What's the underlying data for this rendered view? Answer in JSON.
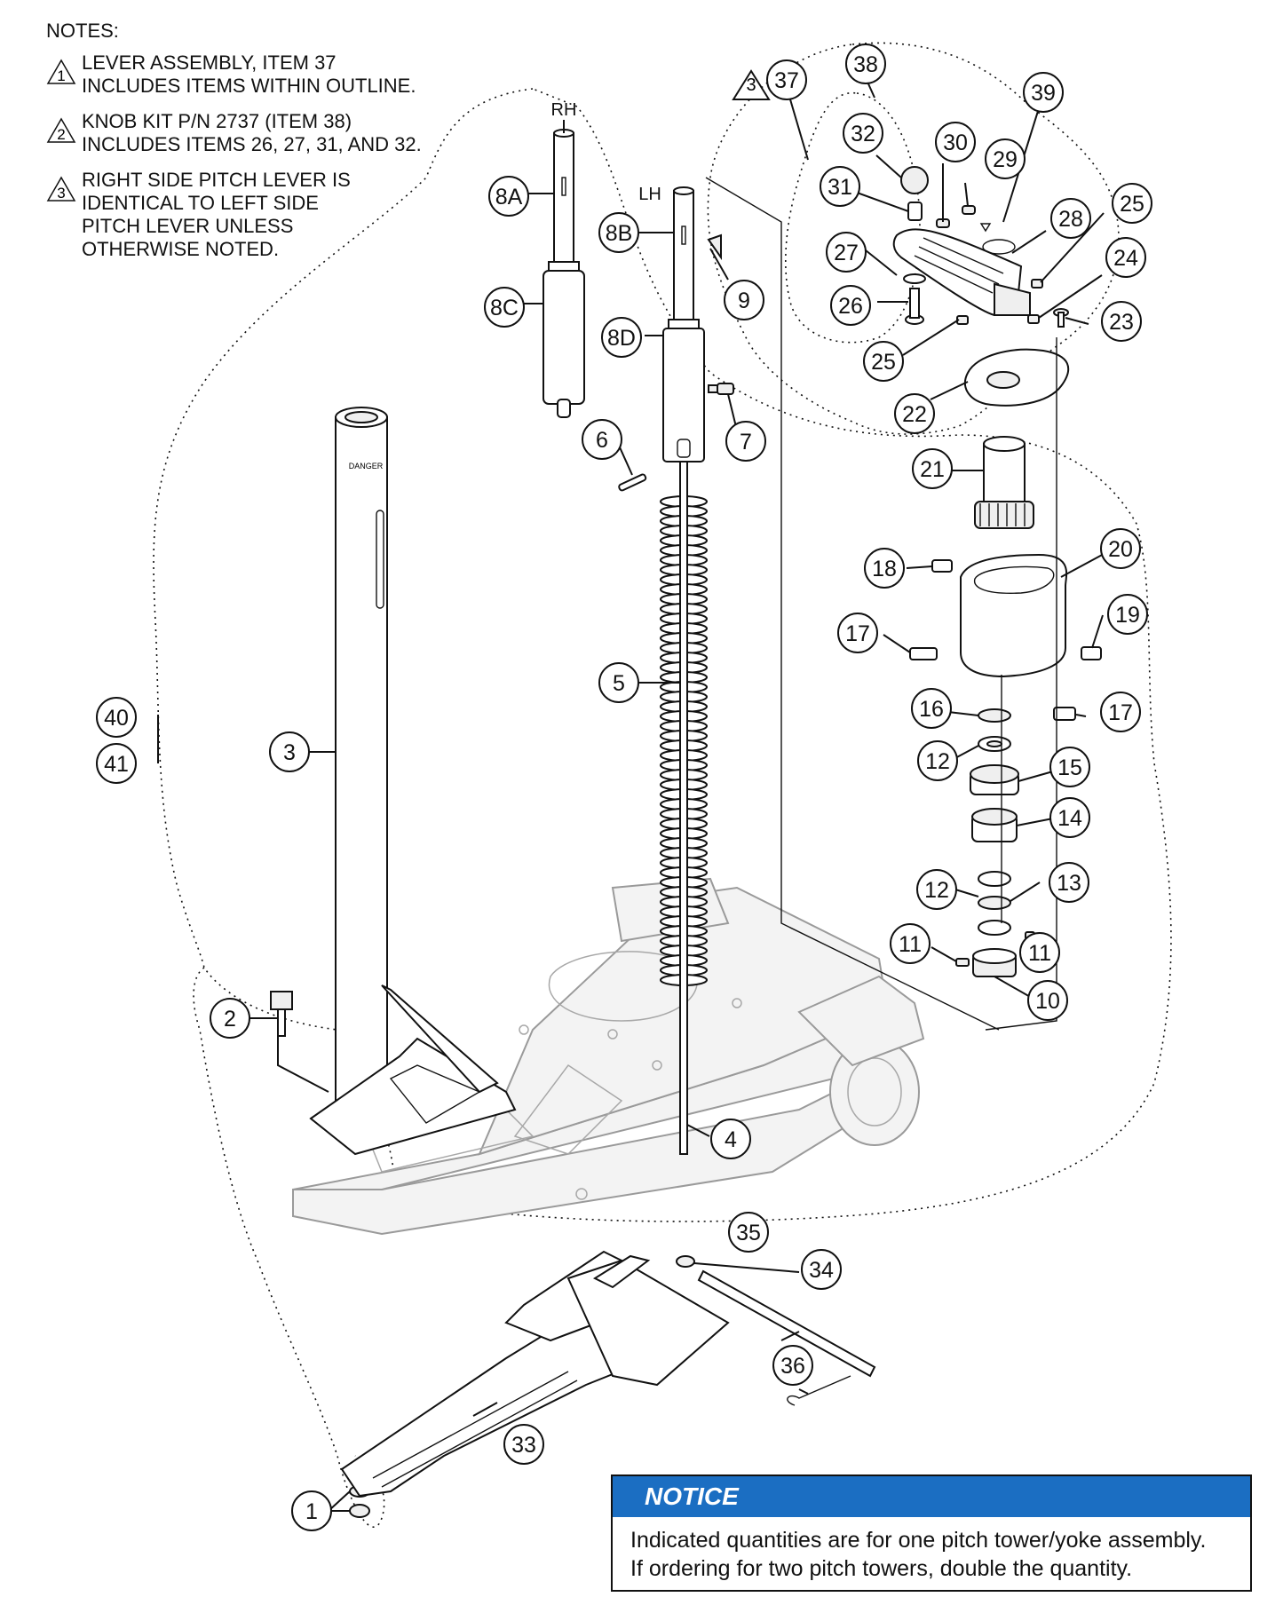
{
  "notes": {
    "title": "NOTES:",
    "items": [
      {
        "num": "1",
        "lines": [
          "LEVER ASSEMBLY, ITEM 37",
          "INCLUDES ITEMS WITHIN OUTLINE."
        ]
      },
      {
        "num": "2",
        "lines": [
          "KNOB KIT P/N 2737 (ITEM 38)",
          "INCLUDES ITEMS 26, 27, 31, AND 32."
        ]
      },
      {
        "num": "3",
        "lines": [
          "RIGHT SIDE PITCH LEVER IS",
          "IDENTICAL TO LEFT SIDE",
          "PITCH LEVER UNLESS",
          "OTHERWISE NOTED."
        ]
      }
    ]
  },
  "side_labels": {
    "rh": "RH",
    "lh": "LH"
  },
  "triangle_flag": "3",
  "callouts": {
    "c1": "1",
    "c2": "2",
    "c3": "3",
    "c4": "4",
    "c5": "5",
    "c6": "6",
    "c7": "7",
    "c8a": "8A",
    "c8b": "8B",
    "c8c": "8C",
    "c8d": "8D",
    "c9": "9",
    "c10": "10",
    "c11a": "11",
    "c11b": "11",
    "c12a": "12",
    "c12b": "12",
    "c13": "13",
    "c14": "14",
    "c15": "15",
    "c16": "16",
    "c17a": "17",
    "c17b": "17",
    "c18": "18",
    "c19": "19",
    "c20": "20",
    "c21": "21",
    "c22": "22",
    "c23": "23",
    "c24": "24",
    "c25a": "25",
    "c25b": "25",
    "c26": "26",
    "c27": "27",
    "c28": "28",
    "c29": "29",
    "c30": "30",
    "c31": "31",
    "c32": "32",
    "c33": "33",
    "c34": "34",
    "c35": "35",
    "c36": "36",
    "c37": "37",
    "c38": "38",
    "c39": "39",
    "c40": "40",
    "c41": "41"
  },
  "notice": {
    "heading": "NOTICE",
    "lines": [
      "Indicated quantities are for one pitch tower/yoke assembly.",
      "If ordering for two pitch towers, double the quantity."
    ]
  },
  "tube_label": "DANGER"
}
